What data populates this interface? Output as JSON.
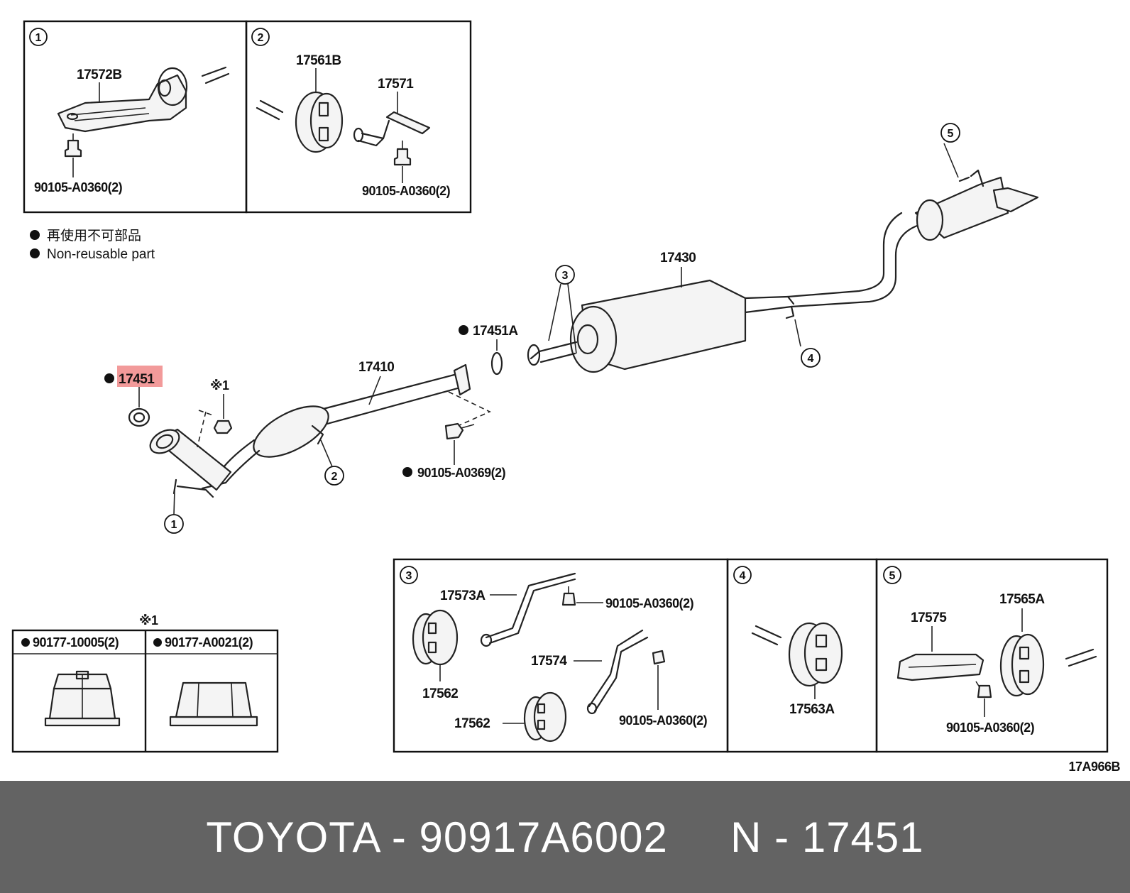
{
  "insets_top": {
    "inset1": {
      "num": "1",
      "part_bracket": "17572B",
      "bolt": "90105-A0360(2)"
    },
    "inset2": {
      "num": "2",
      "part_hanger": "17561B",
      "part_bracket": "17571",
      "bolt": "90105-A0360(2)"
    }
  },
  "legend": {
    "line_jp": "再使用不可部品",
    "line_en": "Non-reusable part"
  },
  "main": {
    "gasket_front": "17451",
    "gasket_rear": "17451A",
    "front_pipe": "17410",
    "tail_pipe": "17430",
    "bolt_flange": "90105-A0369(2)",
    "nut_ref": "※1",
    "callouts": [
      "1",
      "2",
      "3",
      "4",
      "5"
    ],
    "highlight_color": "#f29a9a"
  },
  "nut_table": {
    "ref": "※1",
    "col1": "90177-10005(2)",
    "col2": "90177-A0021(2)"
  },
  "insets_bottom": {
    "inset3": {
      "num": "3",
      "bracket_a": "17573A",
      "bolt_a": "90105-A0360(2)",
      "hanger_a": "17562",
      "bracket_b": "17574",
      "hanger_b": "17562",
      "bolt_b": "90105-A0360(2)"
    },
    "inset4": {
      "num": "4",
      "hanger": "17563A"
    },
    "inset5": {
      "num": "5",
      "bracket": "17575",
      "hanger": "17565A",
      "bolt": "90105-A0360(2)"
    }
  },
  "diagram_code": "17A966B",
  "footer": {
    "caption": "TOYOTA - 90917A6002     N - 17451"
  }
}
